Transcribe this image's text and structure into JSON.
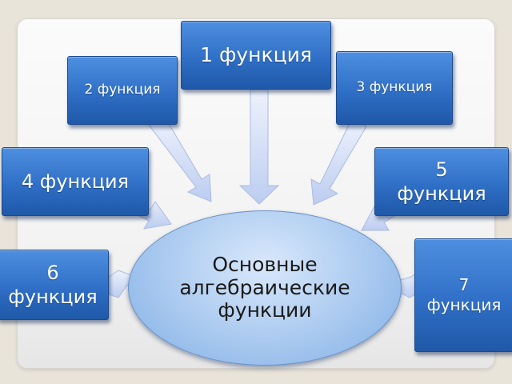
{
  "center": {
    "label": "Основные алгебраические функции"
  },
  "boxes": {
    "f1": "1 функция",
    "f2": "2 функция",
    "f3": "3 функция",
    "f4": "4 функция",
    "f5": "5 функция",
    "f6": "6 функция",
    "f7": "7 функция"
  },
  "colors": {
    "box": "#2f6fc6",
    "oval": "#a9c9ef",
    "arrow": "#c8d6f4"
  }
}
